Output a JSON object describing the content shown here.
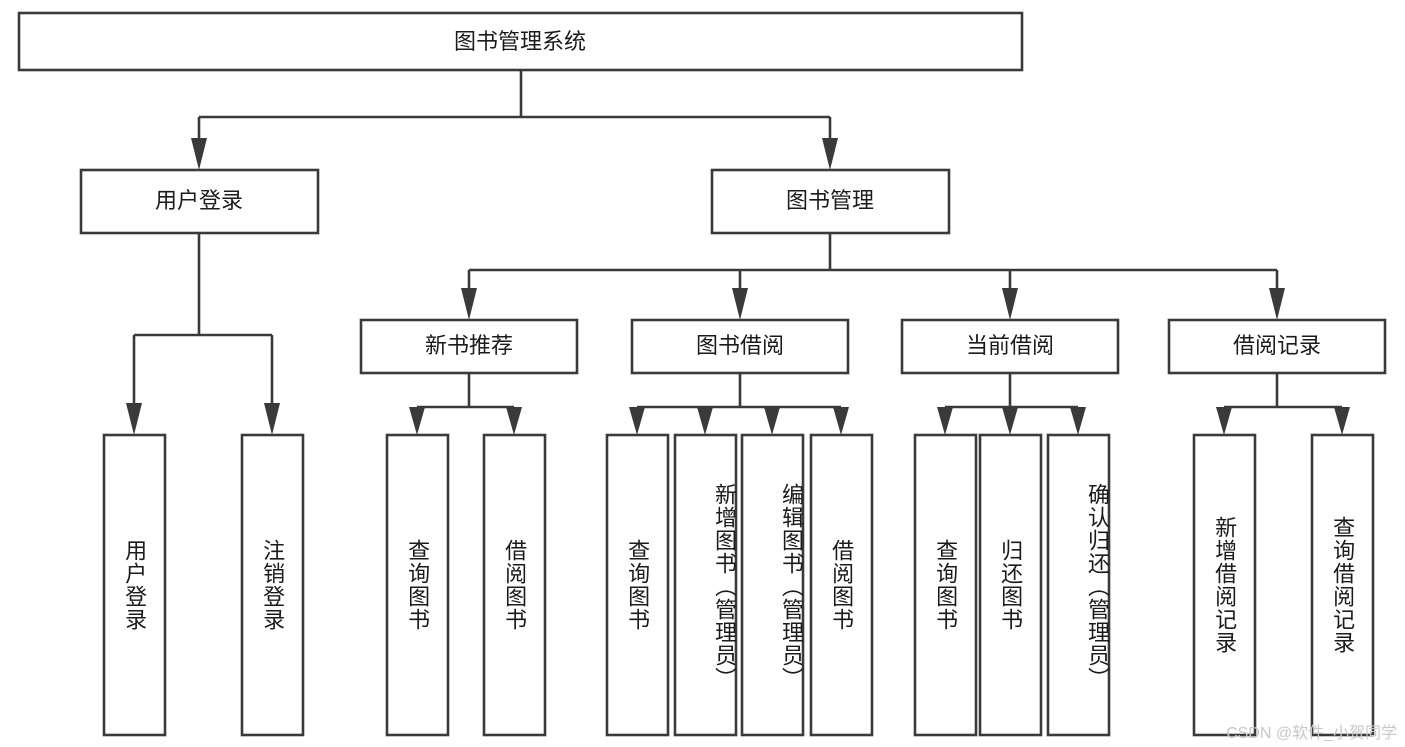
{
  "diagram": {
    "title": "图书管理系统",
    "type": "hierarchy-tree",
    "watermark": "CSDN @软件_小贺同学",
    "colors": {
      "box_stroke": "#3a3a3a",
      "box_fill": "#ffffff",
      "text": "#1b1b1b",
      "connector": "#3a3a3a",
      "watermark": "#c8c8c8",
      "background": "#ffffff"
    },
    "root": {
      "label": "图书管理系统",
      "orientation": "horizontal"
    },
    "level1": [
      {
        "id": "user-login",
        "label": "用户登录",
        "orientation": "horizontal"
      },
      {
        "id": "book-manage",
        "label": "图书管理",
        "orientation": "horizontal"
      }
    ],
    "level2": [
      {
        "id": "new-book-recommend",
        "label": "新书推荐",
        "orientation": "horizontal",
        "parent": "book-manage"
      },
      {
        "id": "book-borrow",
        "label": "图书借阅",
        "orientation": "horizontal",
        "parent": "book-manage"
      },
      {
        "id": "current-borrow",
        "label": "当前借阅",
        "orientation": "horizontal",
        "parent": "book-manage"
      },
      {
        "id": "borrow-record",
        "label": "借阅记录",
        "orientation": "horizontal",
        "parent": "book-manage"
      }
    ],
    "leaves": [
      {
        "id": "leaf-user-login",
        "label": "用户登录",
        "orientation": "vertical",
        "parent": "user-login"
      },
      {
        "id": "leaf-logout-login",
        "label": "注销登录",
        "orientation": "vertical",
        "parent": "user-login"
      },
      {
        "id": "leaf-query-book-1",
        "label": "查询图书",
        "orientation": "vertical",
        "parent": "new-book-recommend"
      },
      {
        "id": "leaf-borrow-book-1",
        "label": "借阅图书",
        "orientation": "vertical",
        "parent": "new-book-recommend"
      },
      {
        "id": "leaf-query-book-2",
        "label": "查询图书",
        "orientation": "vertical",
        "parent": "book-borrow"
      },
      {
        "id": "leaf-add-book",
        "label": "新增图书（管理员）",
        "orientation": "vertical",
        "parent": "book-borrow"
      },
      {
        "id": "leaf-edit-book",
        "label": "编辑图书（管理员）",
        "orientation": "vertical",
        "parent": "book-borrow"
      },
      {
        "id": "leaf-borrow-book-2",
        "label": "借阅图书",
        "orientation": "vertical",
        "parent": "book-borrow"
      },
      {
        "id": "leaf-query-book-3",
        "label": "查询图书",
        "orientation": "vertical",
        "parent": "current-borrow"
      },
      {
        "id": "leaf-return-book",
        "label": "归还图书",
        "orientation": "vertical",
        "parent": "current-borrow"
      },
      {
        "id": "leaf-confirm-return",
        "label": "确认归还（管理员）",
        "orientation": "vertical",
        "parent": "current-borrow"
      },
      {
        "id": "leaf-add-record",
        "label": "新增借阅记录",
        "orientation": "vertical",
        "parent": "borrow-record"
      },
      {
        "id": "leaf-query-record",
        "label": "查询借阅记录",
        "orientation": "vertical",
        "parent": "borrow-record"
      }
    ]
  }
}
